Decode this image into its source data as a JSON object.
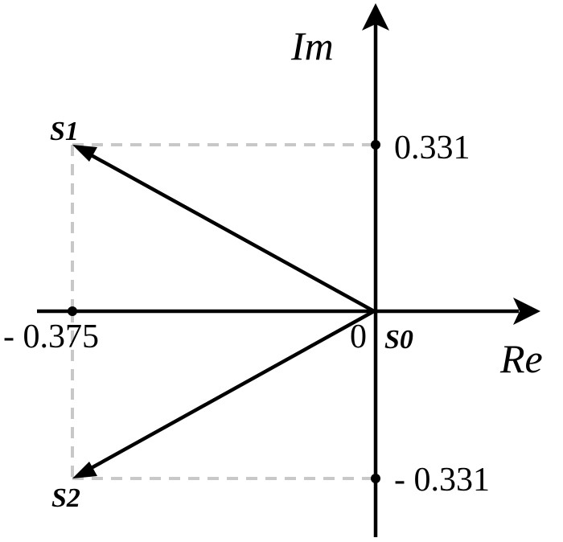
{
  "axes": {
    "real_label": "Re",
    "imag_label": "Im",
    "origin_label": "0"
  },
  "ticks": {
    "imag_positive": "0.331",
    "imag_negative": "- 0.331",
    "real_negative": "- 0.375"
  },
  "points": [
    {
      "label": "S0",
      "main": "S",
      "sub": "0",
      "re": 0,
      "im": 0
    },
    {
      "label": "S1",
      "main": "S",
      "sub": "1",
      "re": -0.375,
      "im": 0.331
    },
    {
      "label": "S2",
      "main": "S",
      "sub": "2",
      "re": -0.375,
      "im": -0.331
    }
  ],
  "colors": {
    "axis": "#000000",
    "vector": "#000000",
    "guide": "#c8c8c8"
  }
}
